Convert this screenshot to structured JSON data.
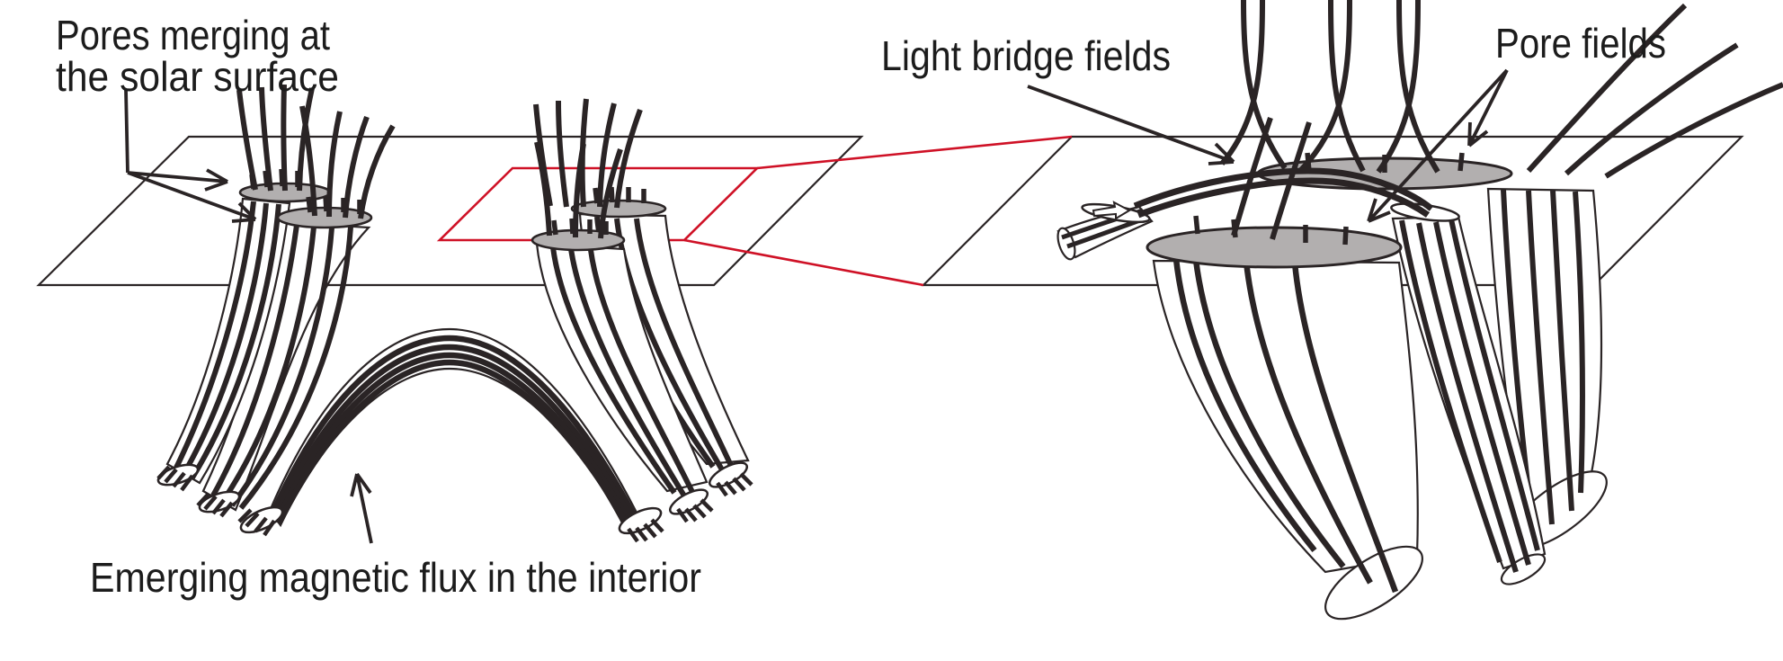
{
  "figure": {
    "title_note": "Schematic of solar pores and light bridge formation",
    "labels": {
      "pores_merging_line1": "Pores merging at",
      "pores_merging_line2": "the solar surface",
      "emerging_flux": "Emerging magnetic flux in the interior",
      "light_bridge": "Light bridge fields",
      "pore_fields": "Pore fields"
    },
    "colors": {
      "ink": "#2a2425",
      "text": "#1c1c1c",
      "pore_gray": "#b2afaf",
      "highlight_red": "#cf1126",
      "background": "#ffffff"
    },
    "scene": {
      "left_panel_parts": [
        "solar surface plane",
        "two pairs of gray pores with magnetic field lines",
        "flux-tube bundles splaying into the interior",
        "emerging magnetic flux arch",
        "red zoom-inset outline"
      ],
      "right_panel_parts": [
        "zoomed surface plane",
        "two large gray pores",
        "light bridge flux tube with field-direction arrow",
        "arched light bridge field lines",
        "pore flux tubes descending into the interior"
      ]
    }
  }
}
